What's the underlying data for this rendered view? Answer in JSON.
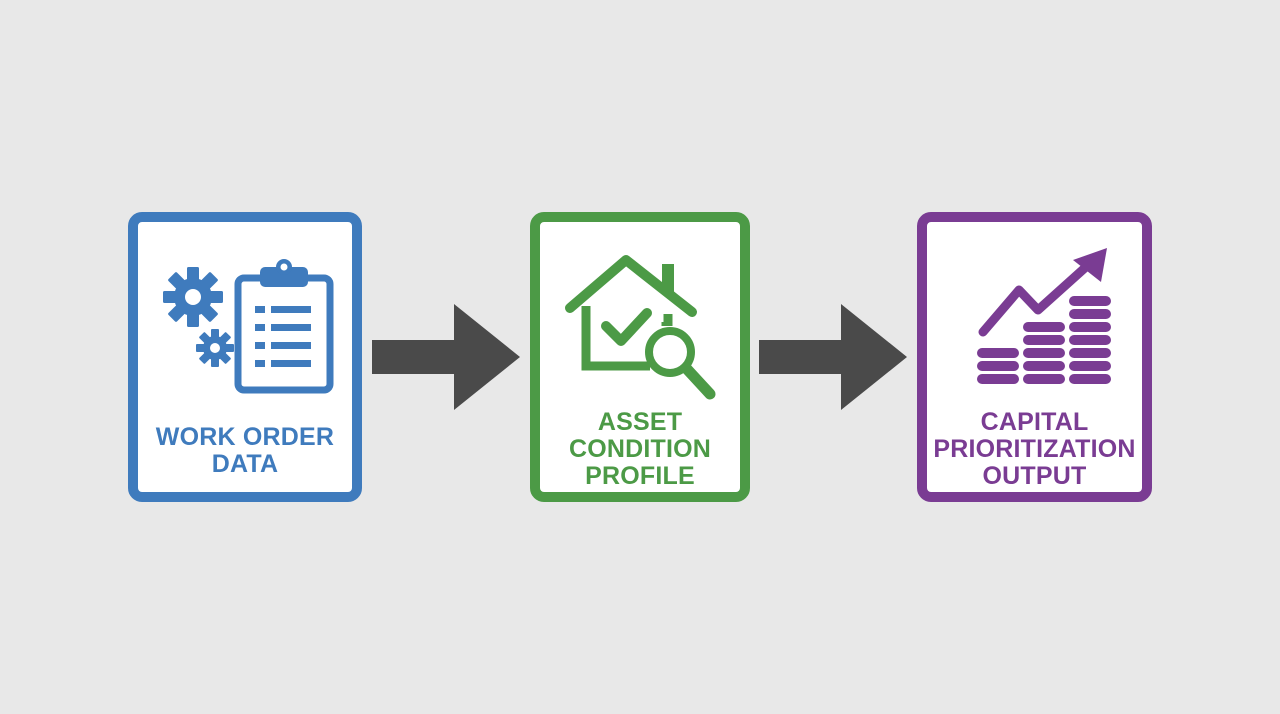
{
  "colors": {
    "background": "#e8e8e8",
    "blue": "#3f7bbd",
    "green": "#4c9a46",
    "purple": "#7a3c93",
    "arrow": "#4a4a4a"
  },
  "steps": [
    {
      "label_lines": [
        "WORK ORDER",
        "DATA"
      ],
      "icons": [
        "gears-icon",
        "clipboard-checklist-icon"
      ]
    },
    {
      "label_lines": [
        "ASSET",
        "CONDITION",
        "PROFILE"
      ],
      "icons": [
        "house-check-icon",
        "magnifying-glass-icon"
      ]
    },
    {
      "label_lines": [
        "CAPITAL",
        "PRIORITIZATION",
        "OUTPUT"
      ],
      "icons": [
        "trend-arrow-icon",
        "coin-stacks-icon"
      ]
    }
  ],
  "connectors": [
    "right-arrow-icon",
    "right-arrow-icon"
  ]
}
